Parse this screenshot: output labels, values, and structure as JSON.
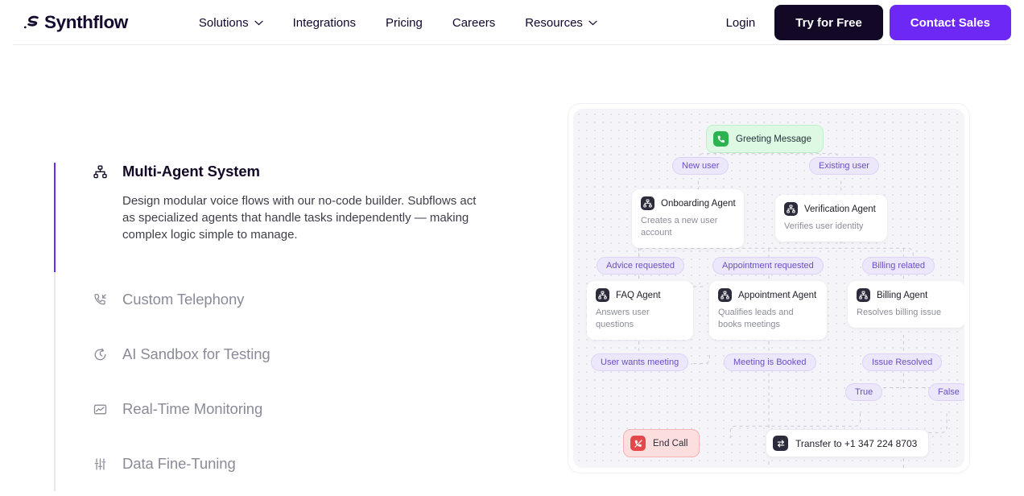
{
  "navbar": {
    "logo_text": "Synthflow",
    "logo_icon": "synthflow-logo-mark",
    "links": [
      {
        "label": "Solutions",
        "has_chevron": true,
        "icon": "chevron-down-icon"
      },
      {
        "label": "Integrations",
        "has_chevron": false
      },
      {
        "label": "Pricing",
        "has_chevron": false
      },
      {
        "label": "Careers",
        "has_chevron": false
      },
      {
        "label": "Resources",
        "has_chevron": true,
        "icon": "chevron-down-icon"
      }
    ],
    "login_label": "Login",
    "try_free_label": "Try for Free",
    "contact_sales_label": "Contact Sales",
    "colors": {
      "dark": "#140827",
      "purple": "#6d28f5"
    }
  },
  "features": [
    {
      "title": "Multi-Agent System",
      "icon": "sitemap-icon",
      "active": true,
      "description": "Design modular voice flows with our no-code builder. Subflows act as specialized agents that handle tasks independently — making complex logic simple to manage."
    },
    {
      "title": "Custom Telephony",
      "icon": "phone-incoming-icon",
      "active": false
    },
    {
      "title": "AI Sandbox for Testing",
      "icon": "clock-rotate-icon",
      "active": false
    },
    {
      "title": "Real-Time Monitoring",
      "icon": "chart-image-icon",
      "active": false
    },
    {
      "title": "Data Fine-Tuning",
      "icon": "sliders-icon",
      "active": false
    }
  ],
  "flow": {
    "greeting": {
      "label": "Greeting Message",
      "icon": "phone-icon",
      "type": "start"
    },
    "branch_labels": {
      "new_user": "New user",
      "existing_user": "Existing user"
    },
    "agents_row1": [
      {
        "title": "Onboarding Agent",
        "subtitle": "Creates a new user account",
        "icon": "sitemap-icon"
      },
      {
        "title": "Verification Agent",
        "subtitle": "Verifies user identity",
        "icon": "sitemap-icon"
      }
    ],
    "intent_labels": [
      "Advice requested",
      "Appointment requested",
      "Billing related"
    ],
    "agents_row2": [
      {
        "title": "FAQ Agent",
        "subtitle": "Answers user questions",
        "icon": "sitemap-icon"
      },
      {
        "title": "Appointment Agent",
        "subtitle": "Qualifies leads and books meetings",
        "icon": "sitemap-icon"
      },
      {
        "title": "Billing Agent",
        "subtitle": "Resolves billing issue",
        "icon": "sitemap-icon"
      }
    ],
    "outcome_labels": [
      "User wants meeting",
      "Meeting is Booked",
      "Issue Resolved"
    ],
    "boolean_labels": {
      "true": "True",
      "false": "False"
    },
    "end_call": {
      "label": "End Call",
      "icon": "phone-hangup-icon"
    },
    "transfer": {
      "label": "Transfer to +1 347 224 8703",
      "icon": "transfer-arrows-icon"
    },
    "colors": {
      "pill_bg": "#ece7fb",
      "pill_text": "#6b4fc4",
      "green": "#2bb350",
      "red": "#e4484a",
      "canvas": "#f5f5f9"
    }
  }
}
